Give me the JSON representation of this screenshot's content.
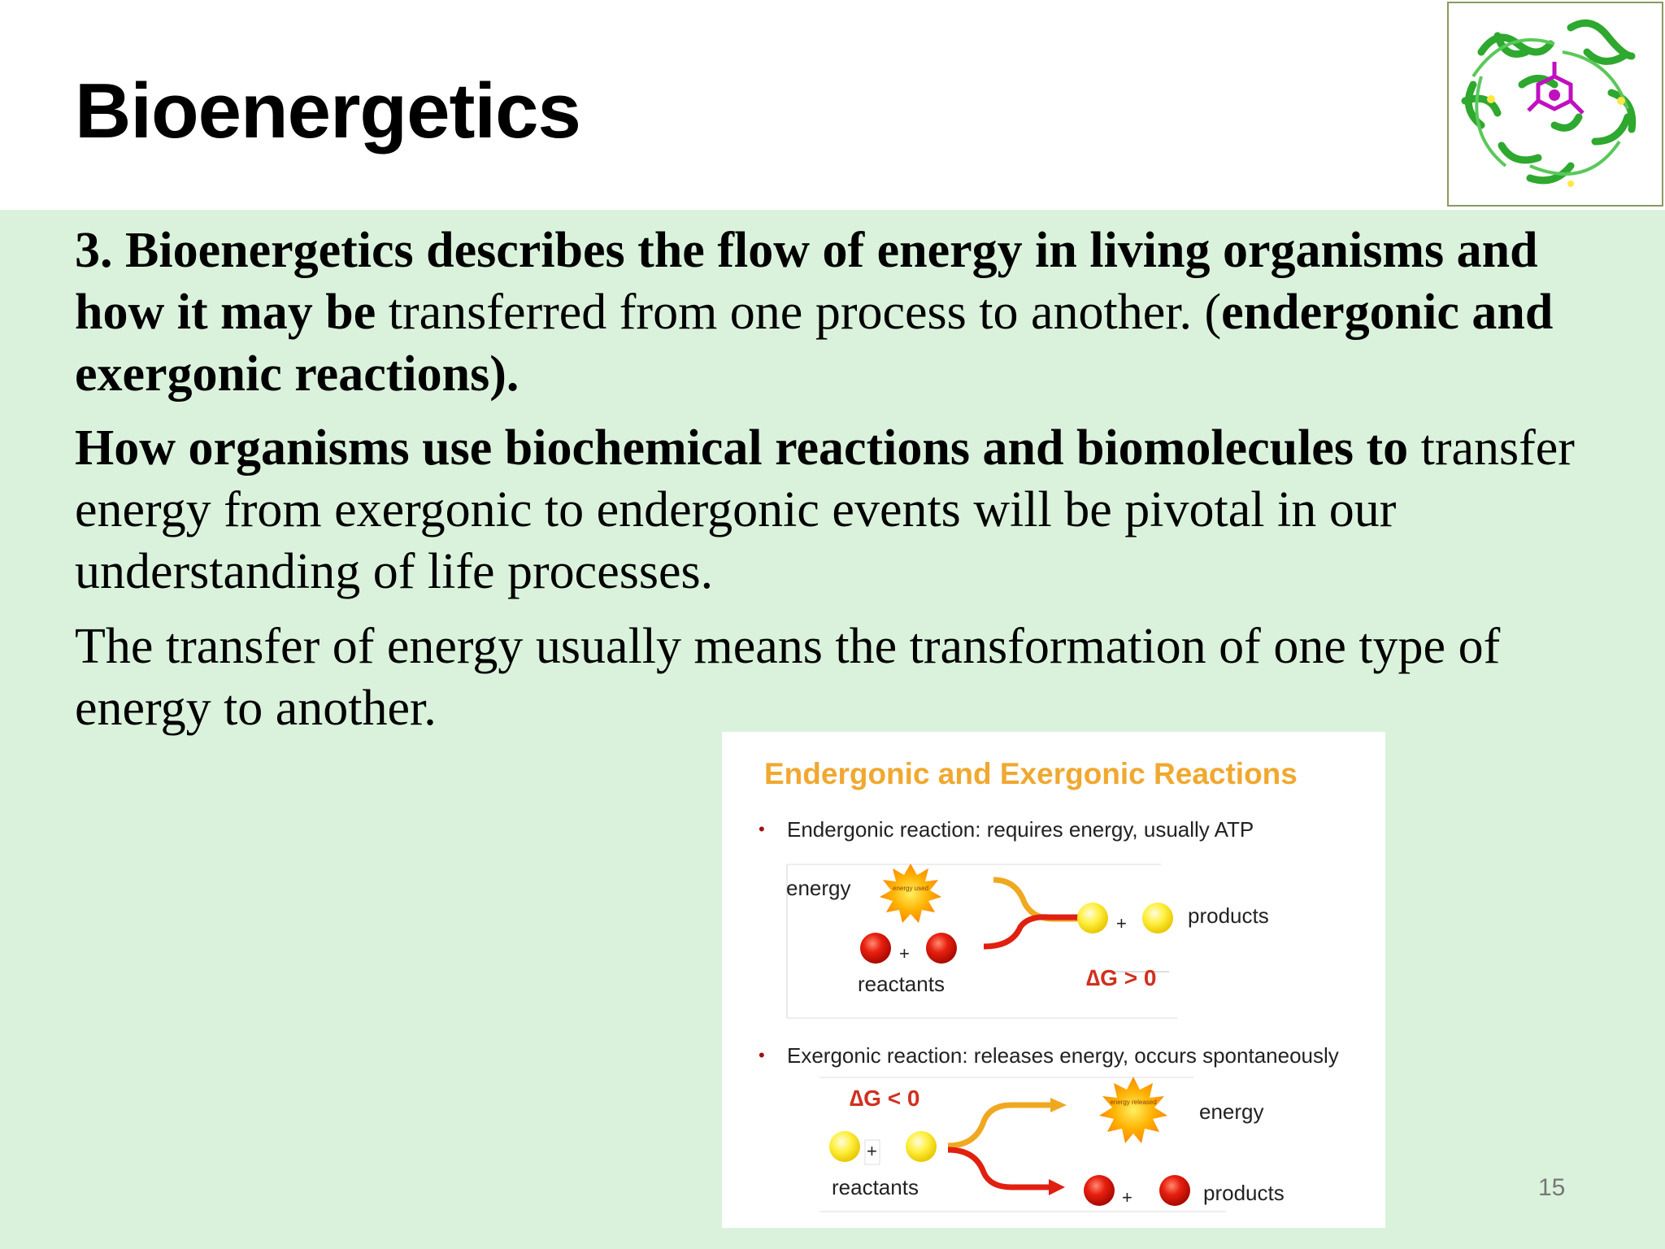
{
  "slide": {
    "title": "Bioenergetics",
    "page_number": "15"
  },
  "paragraphs": {
    "p1_bold": "3. Bioenergetics describes the flow of energy in living organisms and how it may be",
    "p1_normal": " transferred from one process to another. (",
    "p1_bold2": "endergonic and exergonic reactions).",
    "p2_bold": "How organisms use biochemical reactions and biomolecules to",
    "p2_normal": " transfer energy from exergonic to endergonic events will be pivotal in our understanding of life processes.",
    "p3": "The transfer of energy usually means the transformation of one type of energy to another."
  },
  "diagram": {
    "title": "Endergonic and Exergonic Reactions",
    "endergonic_bullet": "Endergonic reaction: requires energy, usually ATP",
    "endergonic_energy": "energy",
    "endergonic_sun_label": "energy used",
    "endergonic_plus1": "+",
    "endergonic_plus2": "+",
    "endergonic_products": "products",
    "endergonic_reactants": "reactants",
    "endergonic_dg": "∆G > 0",
    "exergonic_bullet": "Exergonic reaction: releases energy, occurs spontaneously",
    "exergonic_dg": "∆G < 0",
    "exergonic_sun_label": "energy released",
    "exergonic_energy": "energy",
    "exergonic_plus1": "+",
    "exergonic_plus2": "+",
    "exergonic_reactants": "reactants",
    "exergonic_products": "products",
    "bullet_symbol": "•"
  },
  "colors": {
    "content_bg": "#daf2dc",
    "diagram_title": "#f0a830",
    "dg_red": "#d03020",
    "reactant_red": "#e02010",
    "product_yellow": "#f5e020",
    "arrow_orange": "#f0a820",
    "arrow_red": "#e02010"
  }
}
